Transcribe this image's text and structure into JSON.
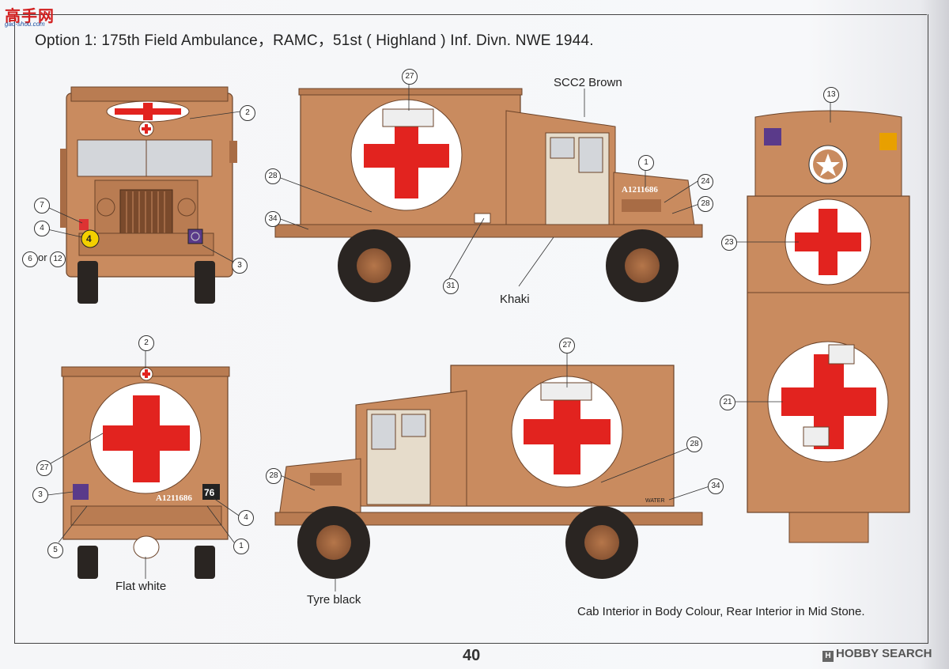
{
  "header": {
    "site_logo_text": "高手网",
    "site_logo_sub": "gao-shou.com",
    "title": "Option 1: 175th Field Ambulance，RAMC，51st ( Highland ) Inf. Divn. NWE 1944."
  },
  "labels": {
    "scc2_brown": "SCC2 Brown",
    "khaki": "Khaki",
    "flat_white": "Flat white",
    "tyre_black": "Tyre black",
    "interior_note": "Cab Interior in  Body Colour,  Rear Interior in Mid Stone.",
    "or_text": "or"
  },
  "markings": {
    "registration": "A1211686",
    "unit_number": "76",
    "bridge_class": "4",
    "water_label": "WATER"
  },
  "callouts": {
    "front": [
      "2",
      "7",
      "4",
      "6",
      "12",
      "3"
    ],
    "side_right": [
      "27",
      "28",
      "34",
      "31",
      "1",
      "24",
      "28"
    ],
    "top": [
      "13",
      "23",
      "21"
    ],
    "rear": [
      "2",
      "27",
      "3",
      "5",
      "4",
      "1"
    ],
    "side_left": [
      "27",
      "28",
      "28",
      "34"
    ]
  },
  "footer": {
    "page_number": "40",
    "watermark": "HOBBY SEARCH"
  },
  "colors": {
    "body": "#c98b5f",
    "body_dark": "#a86c45",
    "red_cross": "#e2231f",
    "tyre": "#2a2522",
    "white": "#ffffff"
  }
}
